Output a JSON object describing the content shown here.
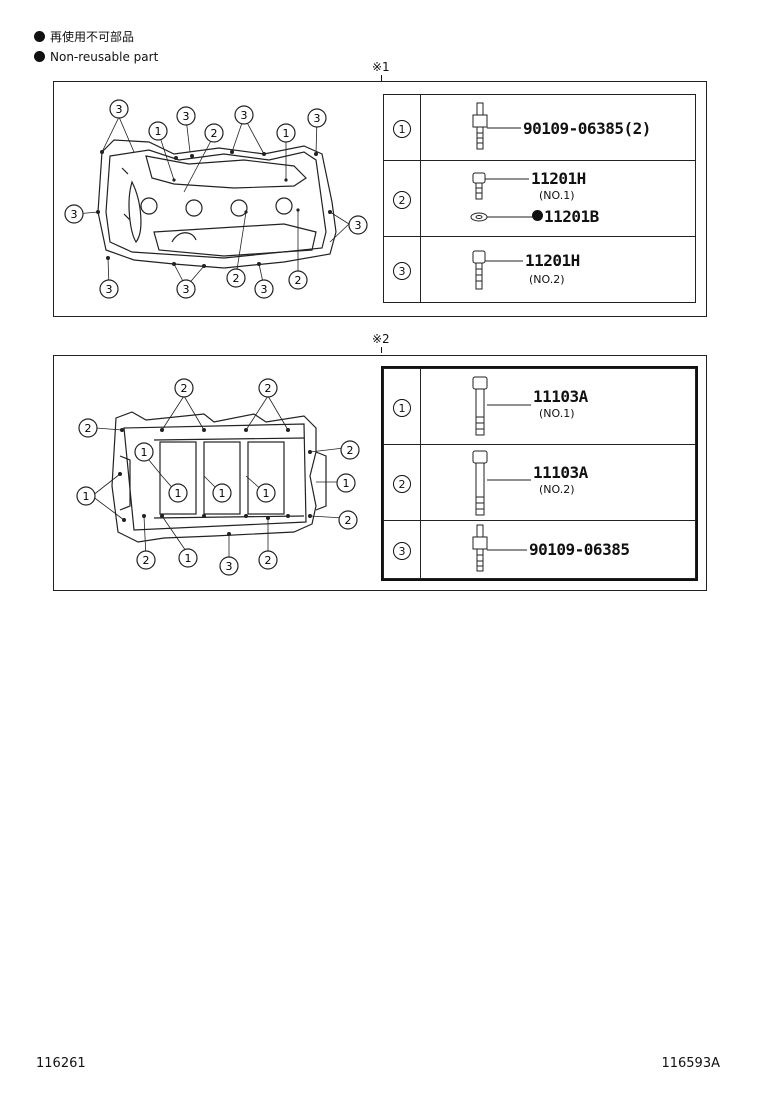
{
  "legend": {
    "jp": "再使用不可部品",
    "en": "Non-reusable part"
  },
  "markers": {
    "section1": "※1",
    "section2": "※2"
  },
  "section1": {
    "callouts": [
      "1",
      "2",
      "3"
    ],
    "parts": [
      {
        "index": "1",
        "part_no": "90109-06385(2)"
      },
      {
        "index": "2",
        "part_no": "11201H",
        "sub": "(NO.1)",
        "part_no_2": "11201B",
        "non_reusable": true
      },
      {
        "index": "3",
        "part_no": "11201H",
        "sub": "(NO.2)"
      }
    ]
  },
  "section2": {
    "callouts": [
      "1",
      "2",
      "3"
    ],
    "parts": [
      {
        "index": "1",
        "part_no": "11103A",
        "sub": "(NO.1)"
      },
      {
        "index": "2",
        "part_no": "11103A",
        "sub": "(NO.2)"
      },
      {
        "index": "3",
        "part_no": "90109-06385"
      }
    ]
  },
  "footer": {
    "left": "116261",
    "right": "116593A"
  }
}
